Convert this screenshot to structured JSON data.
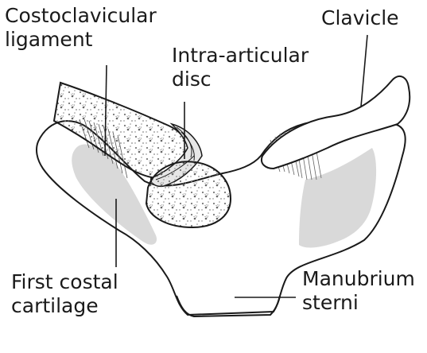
{
  "labels": {
    "costoclavicular_ligament": [
      "Costoclavicular",
      "ligament"
    ],
    "intra_articular_disc": [
      "Intra-articular",
      "disc"
    ],
    "clavicle": [
      "Clavicle"
    ],
    "first_costal_cartilage": [
      "First costal",
      "cartilage"
    ],
    "manubrium_sterni": [
      "Manubrium",
      "sterni"
    ]
  },
  "colors": {
    "outline": "#1a1a1a",
    "cartilage_shade": "#d9d9d9",
    "bone_fill": "#ffffff",
    "texture": "#777777"
  }
}
